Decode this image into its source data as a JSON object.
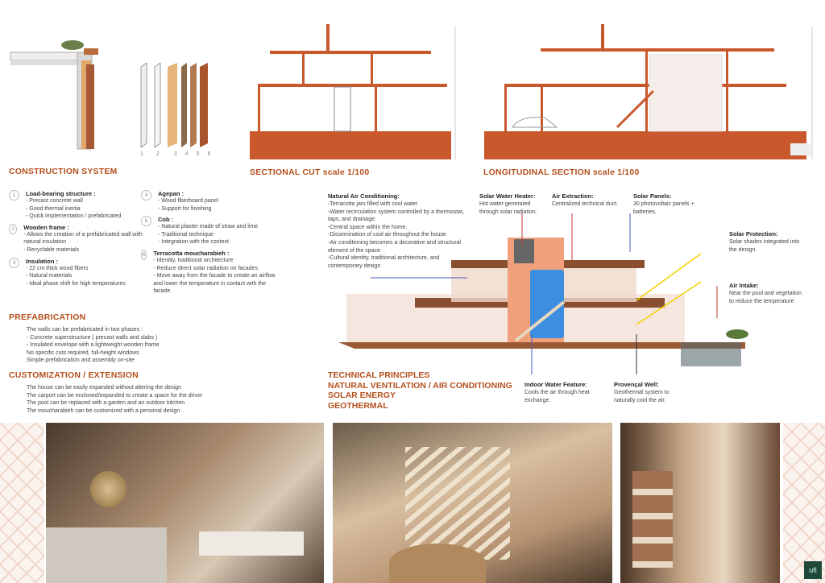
{
  "construction": {
    "title": "CONSTRUCTION SYSTEM",
    "layer_numbers": [
      "1",
      "2",
      "3",
      "4",
      "5",
      "6"
    ],
    "items": [
      {
        "n": "1",
        "title": "Load-bearing structure :",
        "lines": [
          "- Precast concrete wall",
          "- Good thermal inertia",
          "- Quick implementation / prefabricated"
        ]
      },
      {
        "n": "2",
        "title": "Wooden frame :",
        "lines": [
          "- Allows the creation of a prefabricated wall with natural insulation",
          "- Recyclable materials"
        ]
      },
      {
        "n": "3",
        "title": "Insulation :",
        "lines": [
          "- 22 cm thick wood fibers",
          "- Natural materials",
          "- Ideal phase shift for high temperatures"
        ]
      },
      {
        "n": "4",
        "title": "Agepan :",
        "lines": [
          "- Wood fiberboard panel",
          "- Support for finishing"
        ]
      },
      {
        "n": "5",
        "title": "Cob :",
        "lines": [
          "- Natural plaster made of straw and lime",
          "- Traditional technique",
          "- Integration with the context"
        ]
      },
      {
        "n": "6",
        "title": "Terracotta moucharabieh :",
        "lines": [
          "- Identity, traditional architecture",
          "- Reduce direct solar radiation on facades",
          "- Move away from the facade to create an airflow and lower the temperature in contact with the facade"
        ]
      }
    ]
  },
  "sections": {
    "sectional": "SECTIONAL CUT scale 1/100",
    "longitudinal": "LONGITUDINAL SECTION scale 1/100"
  },
  "prefab": {
    "title": "PREFABRICATION",
    "lines": [
      "The walls can be prefabricated in two phases :",
      "- Concrete superstructure ( precast walls and slabs )",
      "- Insulated envelope with a lightweight wooden frame",
      "No specific cuts required, full-height windows",
      "Simple prefabrication and assembly on-site"
    ]
  },
  "custom": {
    "title": "CUSTOMIZATION / EXTENSION",
    "lines": [
      "The house can be easily expanded without altering the design",
      "The carport can be enclosed/expanded to create a space for the driver",
      "The pool can be replaced with a garden and an outdoor kitchen",
      "The moucharabieh can be customized with a personal design"
    ]
  },
  "notes": {
    "nac": {
      "title": "Natural Air Conditioning:",
      "lines": [
        "-Terracotta jars filled with cool water.",
        "-Water recirculation system controlled by a thermostat, taps, and drainage.",
        "-Central space within the home.",
        "-Dissemination of cool air throughout the house",
        "-Air conditioning becomes a decorative and structural element of the space",
        "-Cultural identity, traditional architecture, and contemporary design"
      ]
    },
    "swh": {
      "title": "Solar Water Heater:",
      "text": "Hot water generated through solar radiation."
    },
    "ae": {
      "title": "Air Extraction:",
      "text": "Centralized technical duct."
    },
    "sp": {
      "title": "Solar Panels:",
      "text": "30 photovoltaic panels + batteries."
    },
    "spr": {
      "title": "Solar Protection:",
      "text": "Solar shades integrated into the design."
    },
    "ai": {
      "title": "Air Intake:",
      "text": "Near the pool and vegetation to reduce the temperature"
    },
    "iwf": {
      "title": "Indoor Water Feature:",
      "text": "Cools the air through heat exchange."
    },
    "pw": {
      "title": "Provençal Well:",
      "text": "Geothermal system to naturally cool the air."
    }
  },
  "principles": [
    "TECHNICAL PRINCIPLES",
    "NATURAL VENTILATION / AIR CONDITIONING",
    "SOLAR ENERGY",
    "GEOTHERMAL"
  ],
  "logo": {
    "text": "ufi"
  },
  "colors": {
    "accent": "#b5501d",
    "terracotta": "#c9582c"
  }
}
